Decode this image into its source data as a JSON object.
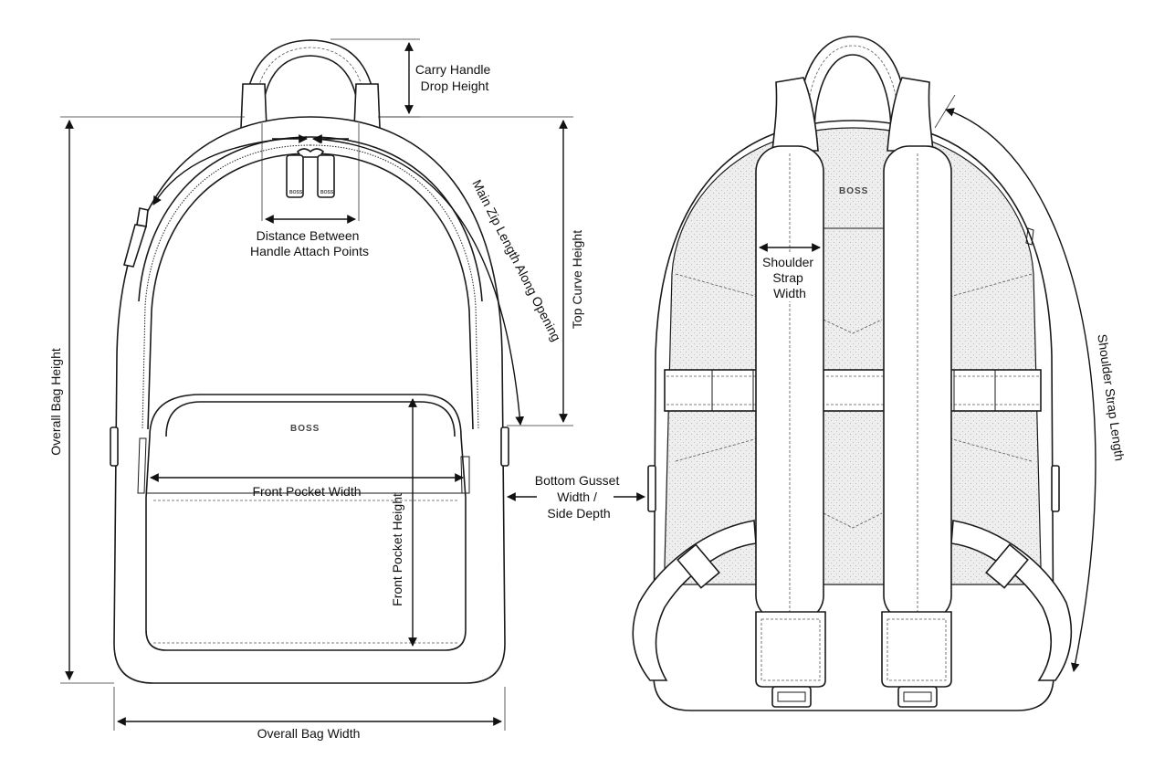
{
  "brand_logo": "BOSS",
  "labels": {
    "carry_handle_drop_height": [
      "Carry Handle",
      "Drop Height"
    ],
    "distance_between_handle_attach_points": [
      "Distance Between",
      "Handle Attach Points"
    ],
    "main_zip_length": "Main Zip Length Along Opening",
    "top_curve_height": "Top Curve Height",
    "overall_bag_height": "Overall Bag Height",
    "front_pocket_width": "Front Pocket Width",
    "front_pocket_height": "Front Pocket Height",
    "bottom_gusset_width": [
      "Bottom Gusset",
      "Width /",
      "Side Depth"
    ],
    "overall_bag_width": "Overall Bag Width",
    "shoulder_strap_width": [
      "Shoulder",
      "Strap",
      "Width"
    ],
    "shoulder_strap_length": "Shoulder Strap Length"
  }
}
